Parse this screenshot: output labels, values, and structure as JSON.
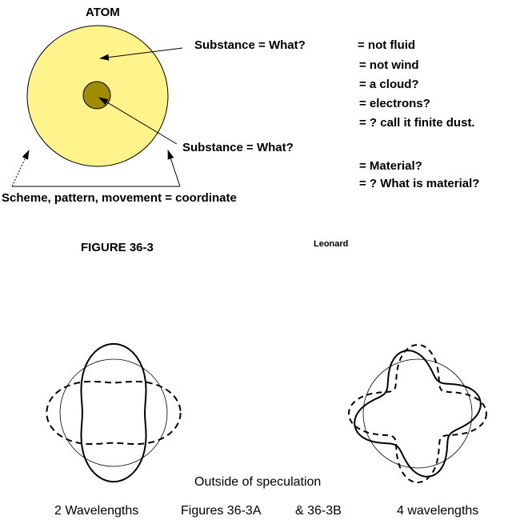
{
  "atom_diagram": {
    "title": "ATOM",
    "colors": {
      "cloud": "#fff38c",
      "nucleus": "#a08c00",
      "line": "#000000"
    },
    "outer_label": "Substance = What?",
    "inner_label": "Substance  = What?",
    "bottom_label": "Scheme, pattern, movement = coordinate",
    "answers_top": [
      "= not fluid",
      "= not wind",
      "=  a cloud?",
      "=  electrons?",
      "=  ? call it finite dust."
    ],
    "answers_bottom": [
      "= Material?",
      "= ? What is material?"
    ]
  },
  "figure_label": "FIGURE 36-3",
  "author": "Leonard",
  "wave_figures": {
    "caption_center": "Outside of speculation",
    "left_caption": "2 Wavelengths",
    "middle_caption_a": "Figures 36-3A",
    "middle_caption_b": "& 36-3B",
    "right_caption": "4 wavelengths",
    "left_wavelengths": 2,
    "right_wavelengths": 4
  }
}
